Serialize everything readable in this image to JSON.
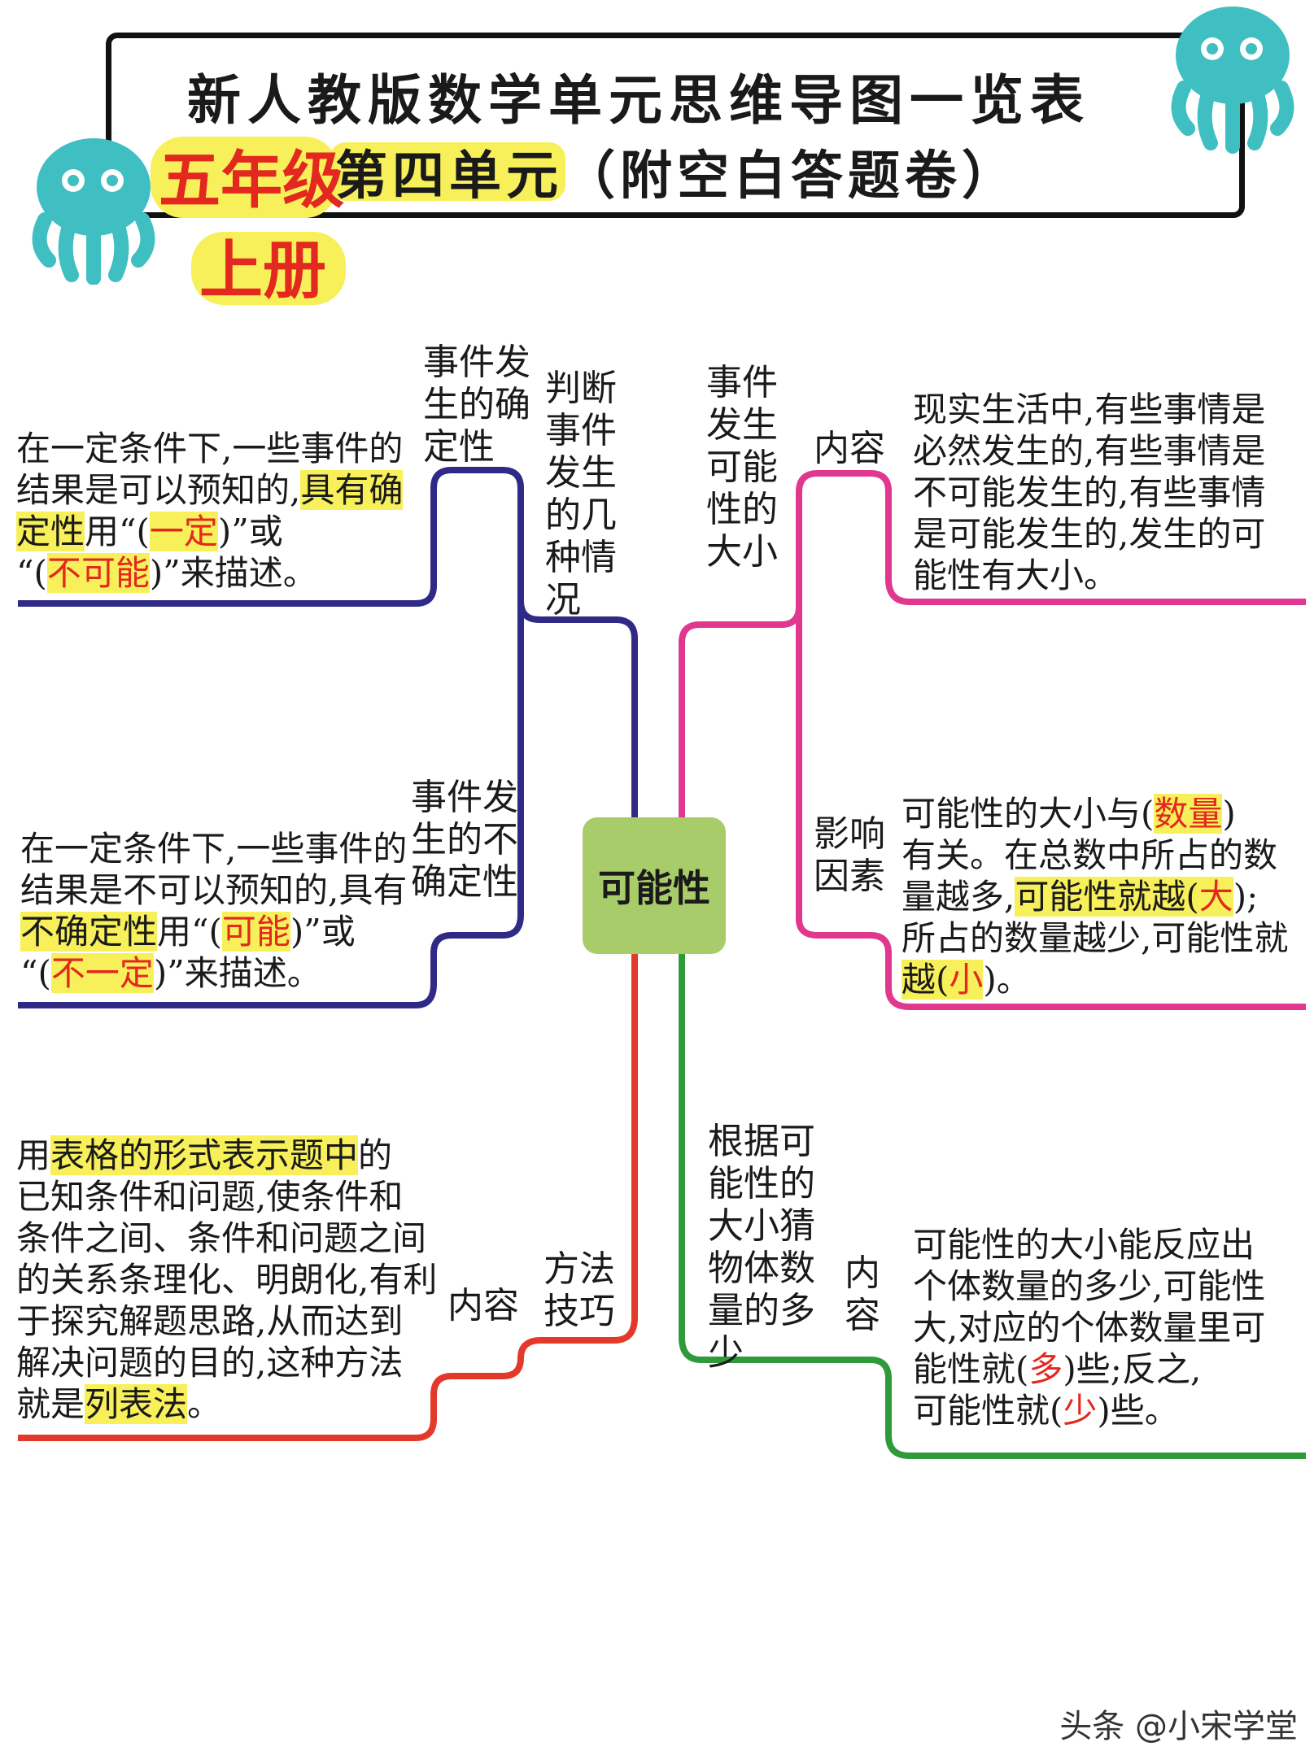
{
  "header": {
    "title": "新人教版数学单元思维导图一览表",
    "subtitle": "第四单元（附空白答题卷）",
    "grade": "五年级",
    "volume": "上册"
  },
  "center": {
    "label": "可能性"
  },
  "left_top": {
    "branch_label": "判断\n事件\n发生\n的几\n种情\n况",
    "sub1_label": "事件发\n生的确\n定性",
    "sub1_text": {
      "p1": "在一定条件下,一些事件的",
      "p2": "结果是可以预知的,",
      "p3": "具有确",
      "p4": "定性",
      "p5": "用“(",
      "a1": "一定",
      "p6": ")”或",
      "p7": "“(",
      "a2": "不可能",
      "p8": ")”来描述。"
    },
    "sub2_label": "事件发\n生的不\n确定性",
    "sub2_text": {
      "p1": "在一定条件下,一些事件的",
      "p2": "结果是不可以预知的,具有",
      "p3": "不确定性",
      "p4": "用“(",
      "a1": "可能",
      "p5": ")”或",
      "p6": "“(",
      "a2": "不一定",
      "p7": ")”来描述。"
    }
  },
  "left_bottom": {
    "branch_label": "方法\n技巧",
    "sub_label": "内容",
    "text": {
      "p1": "用",
      "p2": "表格的形式表示题中",
      "p3": "的",
      "p4": "已知条件和问题,使条件和",
      "p5": "条件之间、条件和问题之间",
      "p6": "的关系条理化、明朗化,有利",
      "p7": "于探究解题思路,从而达到",
      "p8": "解决问题的目的,这种方法",
      "p9": "就是",
      "p10": "列表法",
      "p11": "。"
    }
  },
  "right_top": {
    "branch_label": "事件\n发生\n可能\n性的\n大小",
    "sub1_label": "内容",
    "sub1_text": "现实生活中,有些事情是\n必然发生的,有些事情是\n不可能发生的,有些事情\n是可能发生的,发生的可\n能性有大小。",
    "sub2_label": "影响\n因素",
    "sub2_text": {
      "p1": "可能性的大小与(",
      "a1": "数量",
      "p2": ")",
      "p3": "有关。在总数中所占的数",
      "p4": "量越多,",
      "p5": "可能性就越(",
      "a2": "大",
      "p6": ");",
      "p7": "所占的数量越少,可能性就",
      "p8": "越(",
      "a3": "小",
      "p9": ")。"
    }
  },
  "right_bottom": {
    "branch_label": "根据可\n能性的\n大小猜\n物体数\n量的多\n少",
    "sub_label": "内\n容",
    "text": {
      "p1": "可能性的大小能反应出",
      "p2": "个体数量的多少,可能性",
      "p3": "大,对应的个体数量里可",
      "p4": "能性就(",
      "a1": "多",
      "p5": ")些;反之,",
      "p6": "可能性就(",
      "a2": "少",
      "p7": ")些。"
    }
  },
  "watermark": "头条 @小宋学堂",
  "colors": {
    "purple": "#2e2a86",
    "pink": "#e0378f",
    "red": "#e3392a",
    "green": "#2f9a3a",
    "center_bg": "#a9cc6a",
    "highlight": "#f7f05a",
    "octopus": "#3fbfc1",
    "answer": "#e3281f"
  },
  "icons": [
    "octopus-icon-left",
    "octopus-icon-right"
  ]
}
